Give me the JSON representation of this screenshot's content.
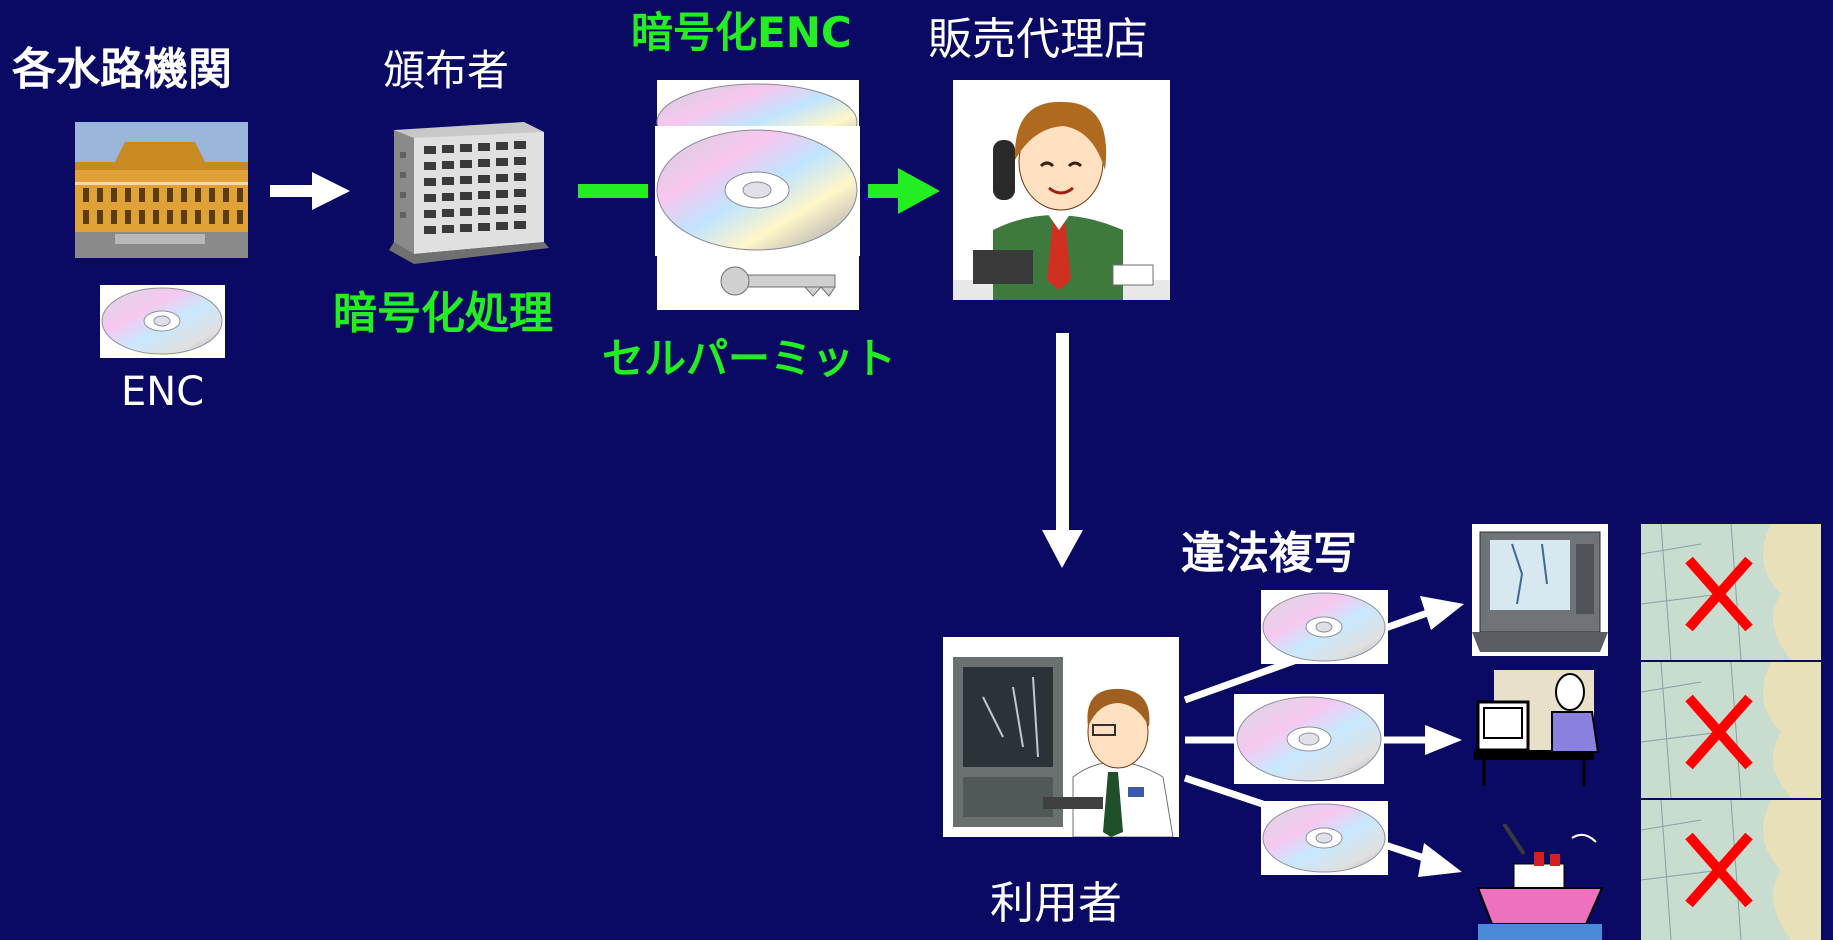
{
  "labels": {
    "hydro_office": "各水路機関",
    "distributor": "頒布者",
    "encrypted_enc": "暗号化ENC",
    "reseller": "販売代理店",
    "encryption": "暗号化処理",
    "self_permit": "セルパーミット",
    "enc": "ENC",
    "illegal_copy": "違法複写",
    "user": "利用者"
  },
  "colors": {
    "background": "#0a0a64",
    "highlight": "#22ee22",
    "text": "#ffffff",
    "cross": "#ff0000"
  }
}
